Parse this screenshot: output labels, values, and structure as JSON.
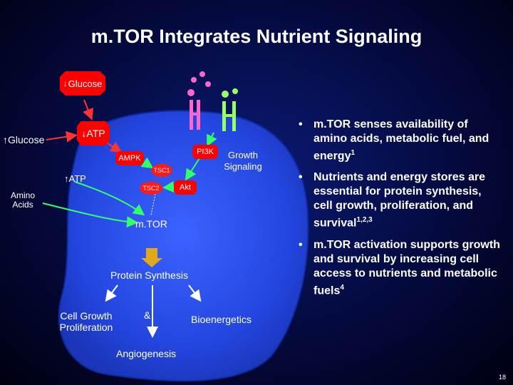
{
  "title": "m.TOR Integrates Nutrient Signaling",
  "diagram": {
    "glucose_inhibitor": "Glucose",
    "glucose_down_arrow": "↓",
    "glucose_up": "↑Glucose",
    "atp_octagon": "↓ATP",
    "ampk": "AMPK",
    "atp_low": "↑ATP",
    "amino_acids": "Amino Acids",
    "tsc1": "TSC1",
    "tsc2": "TSC2",
    "pi3k": "PI3K",
    "akt": "Akt",
    "growth_signaling": "Growth Signaling",
    "mtor": "m.TOR",
    "protein_synthesis": "Protein Synthesis",
    "cell_growth": "Cell Growth Proliferation",
    "ampersand": "&",
    "bioenergetics": "Bioenergetics",
    "angiogenesis": "Angiogenesis"
  },
  "bullets": [
    {
      "text": "m.TOR senses availability of amino acids, metabolic fuel, and energy",
      "sup": "1"
    },
    {
      "text": "Nutrients and energy stores are essential for protein synthesis, cell growth, proliferation, and survival",
      "sup": "1,2,3"
    },
    {
      "text": "m.TOR activation supports growth and survival by increasing cell access to nutrients and metabolic fuels",
      "sup": "4"
    }
  ],
  "bullet_symbol": "•",
  "page_number": "18",
  "colors": {
    "cell": "#2a4fe6",
    "inhibitor": "#ff0000",
    "arrow": "#ffffff",
    "activator": "#33ff66",
    "receptor_pink": "#ff66cc",
    "receptor_green": "#99ff66"
  }
}
